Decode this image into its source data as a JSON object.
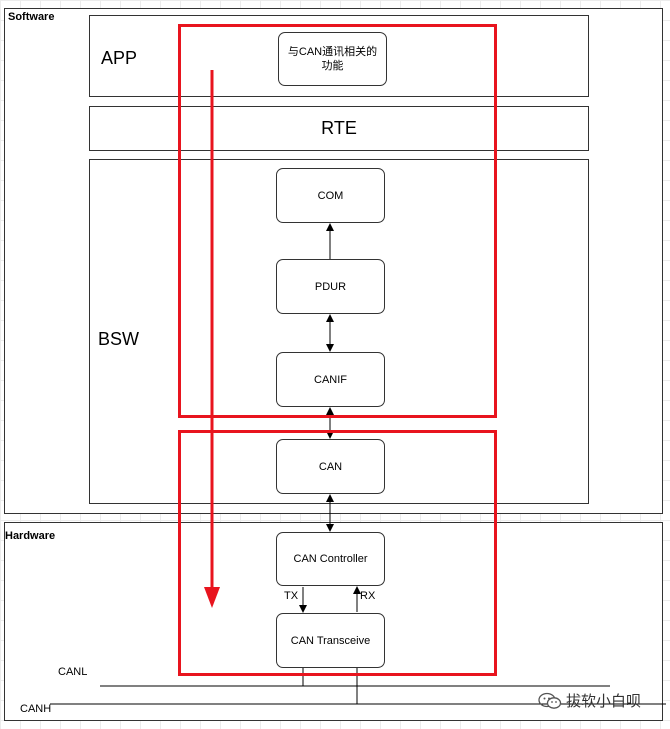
{
  "software": {
    "label": "Software",
    "app": {
      "label": "APP",
      "module": "与CAN通讯相关的功能"
    },
    "rte": {
      "label": "RTE"
    },
    "bsw": {
      "label": "BSW",
      "modules": [
        "COM",
        "PDUR",
        "CANIF",
        "CAN"
      ]
    }
  },
  "hardware": {
    "label": "Hardware",
    "modules": [
      "CAN Controller",
      "CAN Transceive"
    ],
    "signals": {
      "tx": "TX",
      "rx": "RX"
    },
    "bus": {
      "canl": "CANL",
      "canh": "CANH"
    }
  },
  "watermark": {
    "text": "拔软小白呗",
    "icon": "wechat-icon"
  },
  "colors": {
    "highlight": "#e8141e",
    "stroke": "#333333",
    "grid": "#ececec"
  }
}
